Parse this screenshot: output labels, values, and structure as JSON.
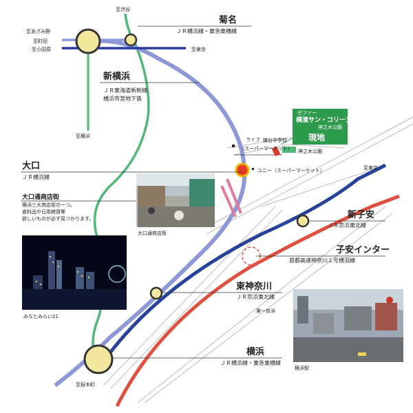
{
  "stations": {
    "shin_yokohama": {
      "name": "新横浜",
      "lines": [
        "ＪＲ東海道新幹線",
        "横浜市営地下鉄"
      ]
    },
    "kikuna": {
      "name": "菊名",
      "lines": "ＪＲ横浜線・東急東横線"
    },
    "oguchi": {
      "name": "大口",
      "lines": "ＪＲ横浜線"
    },
    "shin_koyasu": {
      "name": "新子安",
      "lines": "ＪＲ京浜東北線"
    },
    "koyasu_ic": {
      "name": "子安インター",
      "lines": "首都高速神奈川１号横羽線"
    },
    "higashi_kanagawa": {
      "name": "東神奈川",
      "lines": "ＪＲ京浜東北線"
    },
    "yokohama": {
      "name": "横浜",
      "lines": "ＪＲ横浜線・東急東横線"
    }
  },
  "directions": {
    "shibuya": "至渋谷",
    "azamino": "至あざみ野",
    "machida": "至町田",
    "odawara": "至小田原",
    "tokyo_top": "至東京",
    "yokohama_down": "至横浜",
    "tokyo_right": "至東京",
    "sakuragicho": "至桜木町"
  },
  "landmarks": {
    "zephyr": "ゼファー",
    "property_name": "横濱サン・コリーヌ",
    "property_sub": "神之木公園",
    "genchi": "現地",
    "kamonoki_park": "神之木公園",
    "kamadai_school": "鎌台中学校",
    "life": "ライフ",
    "life_sub": "（スーパーマーケット）",
    "uny": "ユニー（スーパーマーケット）",
    "daiichi_keihin": "第一京浜"
  },
  "shopping": {
    "title": "大口通商店街",
    "desc": [
      "横浜三大商店街の一つ。",
      "食料品や日用雑貨等",
      "欲しいものが必ず見つかります。"
    ]
  },
  "photos": {
    "shopping_street": "大口通商店街",
    "minatomirai": "みなとみらい21",
    "yokohama_station": "横浜駅"
  },
  "colors": {
    "jr_yokohama_line": "#8e98d6",
    "toyoko_line": "#2a3a9c",
    "green_line": "#4fb878",
    "keihin_tohoku": "#27429a",
    "expressway": "#e05040",
    "station_fill": "#f2e79c",
    "pink": "#e07aa0",
    "property_green": "#2e9a4c"
  }
}
